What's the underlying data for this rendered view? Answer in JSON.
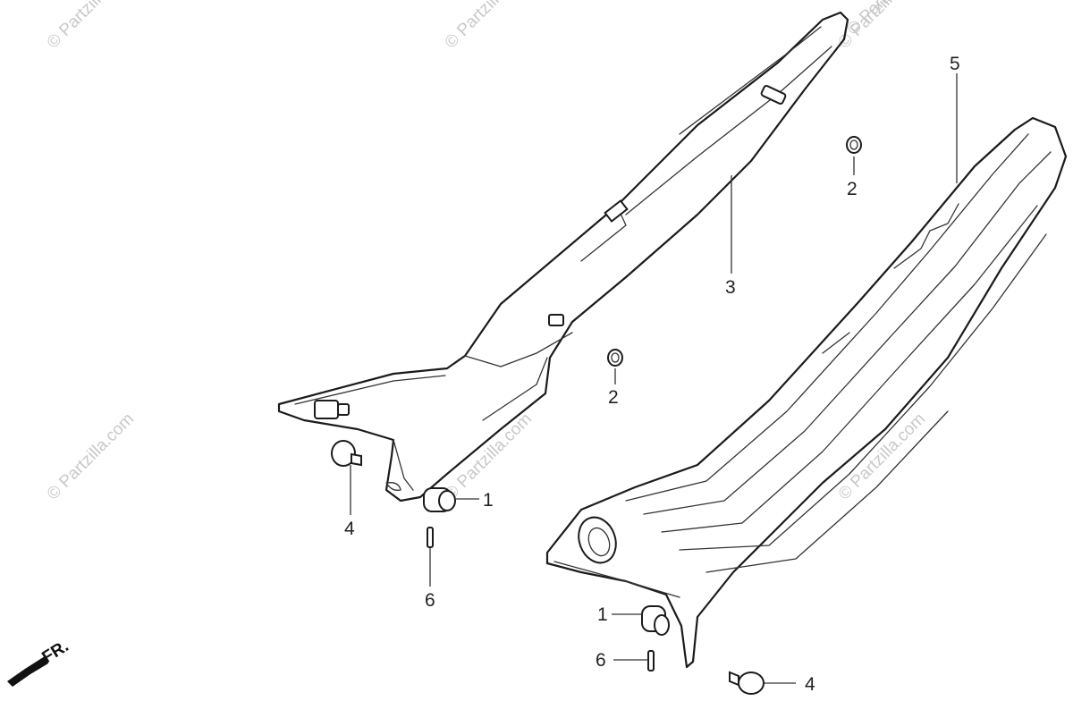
{
  "watermarks": [
    "© Partzilla.com",
    "© Partzilla.com",
    "© Partzilla.com",
    "© Partzilla.com",
    "© Partzilla.com",
    "© Partzilla.com",
    "© Partzilla.com"
  ],
  "callouts": {
    "c1_left": "1",
    "c1_right": "1",
    "c2_top": "2",
    "c2_mid": "2",
    "c3": "3",
    "c4_left": "4",
    "c4_right": "4",
    "c5": "5",
    "c6_left": "6",
    "c6_right": "6"
  },
  "direction_label": "FR."
}
